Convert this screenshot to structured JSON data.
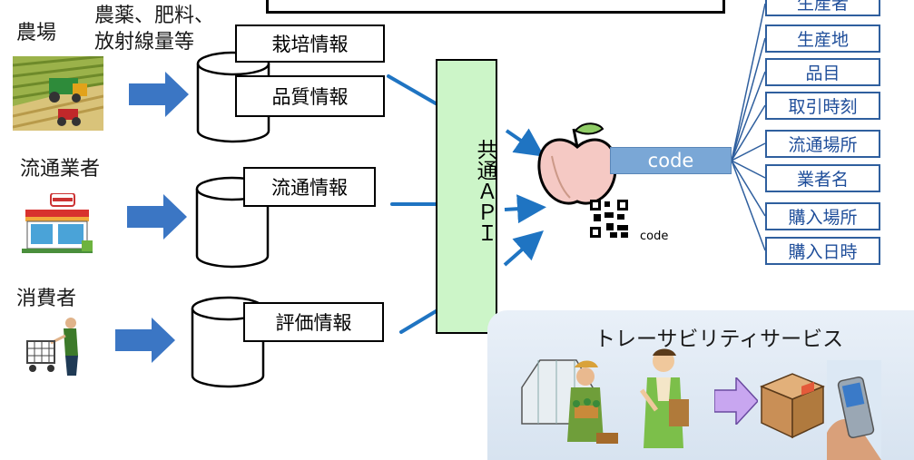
{
  "sources": {
    "farm": "農場",
    "farm_inputs_line1": "農薬、肥料、",
    "farm_inputs_line2": "放射線量等",
    "distributor": "流通業者",
    "consumer": "消費者"
  },
  "databases": {
    "cultivation": "栽培情報",
    "quality": "品質情報",
    "distribution": "流通情報",
    "evaluation": "評価情報"
  },
  "api_label": "共通ＡＰＩ",
  "code_label": "code",
  "qr_caption": "code",
  "attributes": [
    "生産者",
    "生産地",
    "品目",
    "取引時刻",
    "流通場所",
    "業者名",
    "購入場所",
    "購入日時"
  ],
  "service_title": "トレーサビリティサービス",
  "colors": {
    "arrow_blue": "#1f74c2",
    "block_arrow": "#3b76c4",
    "api_fill": "#ccf5c8",
    "code_fill": "#7aa7d6",
    "attr_border": "#2f5f9e"
  },
  "icons": [
    "farm-field-icon",
    "convenience-store-icon",
    "shopper-cart-icon",
    "apple-icon",
    "qr-code-icon",
    "greenhouse-farmer-icon",
    "grocer-icon",
    "package-box-icon",
    "mobile-phone-icon"
  ]
}
